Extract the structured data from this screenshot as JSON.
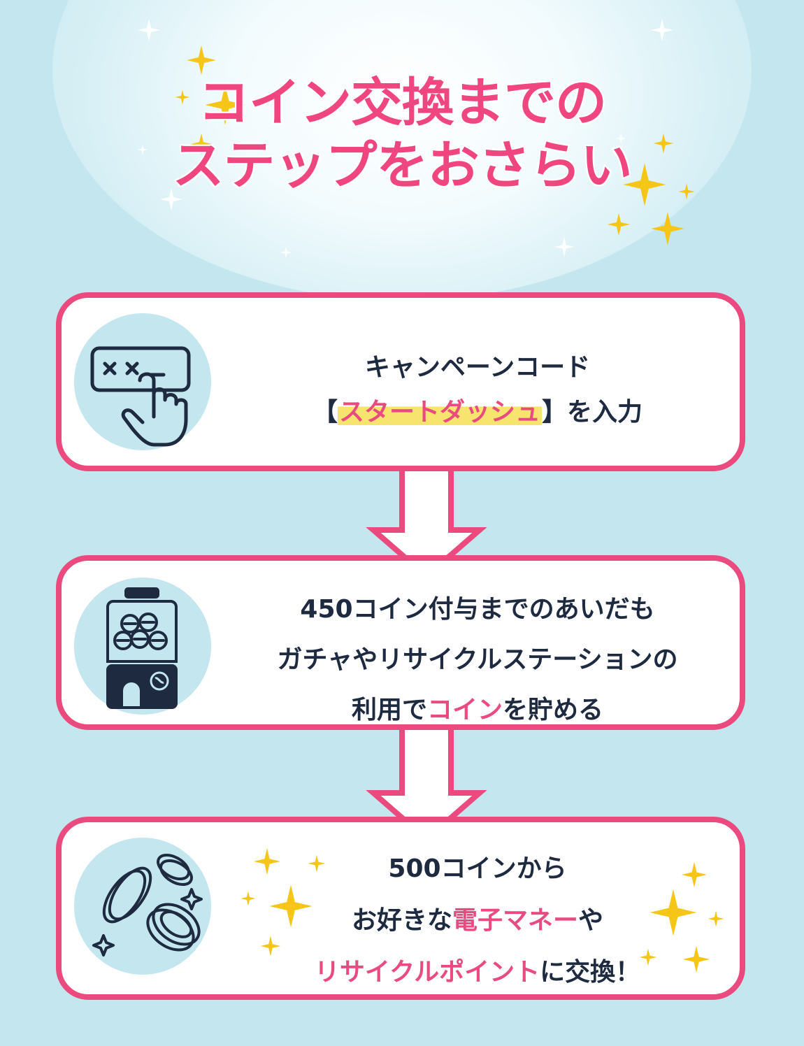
{
  "title": {
    "line1": "コイン交換までの",
    "line2": "ステップをおさらい"
  },
  "steps": [
    {
      "icon": "code-input-icon",
      "line1": "キャンペーンコード",
      "line2_open": "【",
      "line2_code": "スタートダッシュ",
      "line2_close": "】を入力"
    },
    {
      "icon": "gachapon-icon",
      "line1": "450コイン付与までのあいだも",
      "line2": "ガチャやリサイクルステーションの",
      "line3_pre": "利用で",
      "line3_highlight": "コイン",
      "line3_post": "を貯める"
    },
    {
      "icon": "coins-icon",
      "line1": "500コインから",
      "line2_pre": "お好きな",
      "line2_highlight": "電子マネー",
      "line2_post": "や",
      "line3_highlight": "リサイクルポイント",
      "line3_post": "に交換！"
    }
  ],
  "colors": {
    "background": "#c3e6ef",
    "accent_pink": "#ea4a7e",
    "highlight_yellow": "#f7e46e",
    "text_navy": "#1d2a3f",
    "sparkle_gold": "#f5c518"
  }
}
